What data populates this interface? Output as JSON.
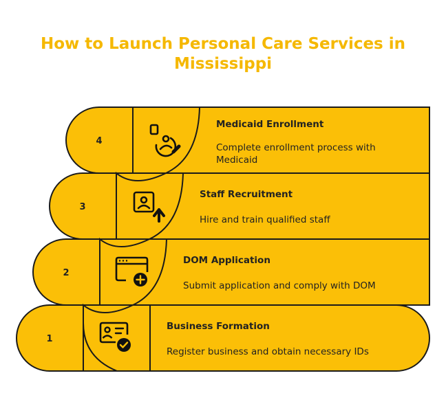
{
  "title": {
    "line1": "How to Launch Personal Care Services in",
    "line2": "Mississippi"
  },
  "colors": {
    "fill": "#FBBF07",
    "stroke": "#1A1A1A",
    "title": "#F5B800"
  },
  "steps": [
    {
      "number": "4",
      "heading": "Medicaid Enrollment",
      "description": "Complete enrollment process with Medicaid",
      "icon": "medical-assistance-icon"
    },
    {
      "number": "3",
      "heading": "Staff Recruitment",
      "description": "Hire and train qualified staff",
      "icon": "user-upload-icon"
    },
    {
      "number": "2",
      "heading": "DOM Application",
      "description": "Submit application and comply with DOM",
      "icon": "browser-add-icon"
    },
    {
      "number": "1",
      "heading": "Business Formation",
      "description": "Register business and obtain necessary IDs",
      "icon": "id-card-verified-icon"
    }
  ]
}
